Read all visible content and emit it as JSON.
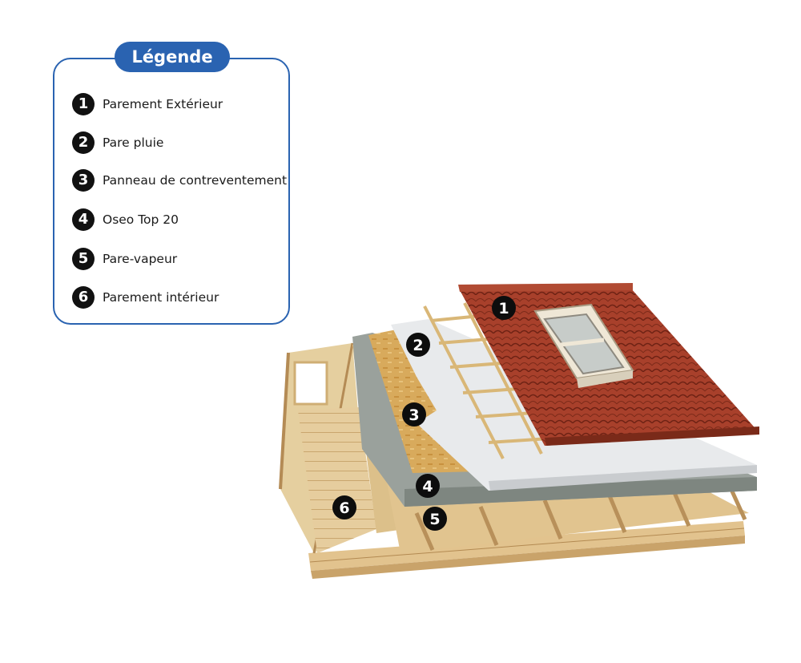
{
  "legend": {
    "title": "Légende",
    "items": [
      {
        "num": "1",
        "label": "Parement Extérieur"
      },
      {
        "num": "2",
        "label": "Pare pluie"
      },
      {
        "num": "3",
        "label": "Panneau de contreventement"
      },
      {
        "num": "4",
        "label": "Oseo Top 20"
      },
      {
        "num": "5",
        "label": "Pare-vapeur"
      },
      {
        "num": "6",
        "label": "Parement intérieur"
      }
    ]
  },
  "callouts": [
    "1",
    "2",
    "3",
    "4",
    "5",
    "6"
  ],
  "colors": {
    "accent": "#2a63b1",
    "tile": "#a8402b",
    "wood": "#e5c99a",
    "osb": "#d7a95a",
    "insulation": "#9aa29c",
    "membrane": "#e9ebec"
  }
}
